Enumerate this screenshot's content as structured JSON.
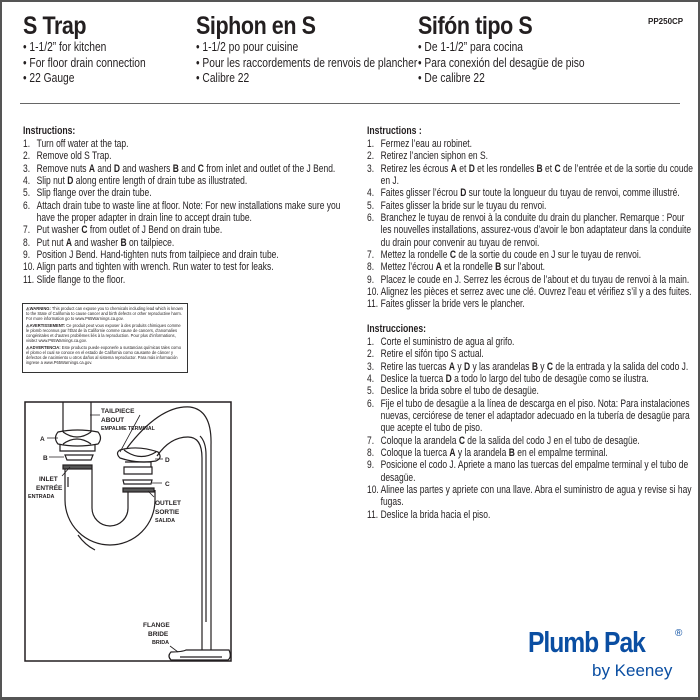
{
  "header": {
    "sku": "PP250CP",
    "columns": [
      {
        "title": "S Trap",
        "bullets": [
          "• 1-1/2” for kitchen",
          "• For floor drain connection",
          "• 22 Gauge"
        ]
      },
      {
        "title": "Siphon en S",
        "bullets": [
          "• 1-1/2 po pour cuisine",
          "• Pour les raccordements de renvois de plancher",
          "• Calibre 22"
        ]
      },
      {
        "title": "Sifón tipo S",
        "bullets": [
          "• De 1-1/2” para cocina",
          "• Para conexión del desagüe de piso",
          "• De calibre 22"
        ]
      }
    ]
  },
  "instructions": {
    "en": {
      "heading": "Instructions:",
      "items": [
        [
          {
            "t": "Turn off water at the tap."
          }
        ],
        [
          {
            "t": "Remove old S Trap."
          }
        ],
        [
          {
            "t": "Remove nuts "
          },
          {
            "b": "A"
          },
          {
            "t": " and "
          },
          {
            "b": "D"
          },
          {
            "t": " and washers "
          },
          {
            "b": "B"
          },
          {
            "t": " and "
          },
          {
            "b": "C"
          },
          {
            "t": " from inlet and outlet of the J Bend."
          }
        ],
        [
          {
            "t": "Slip nut "
          },
          {
            "b": "D"
          },
          {
            "t": " along entire length of drain tube as illustrated."
          }
        ],
        [
          {
            "t": "Slip flange over the drain tube."
          }
        ],
        [
          {
            "t": "Attach drain tube to waste line at floor. Note: For new installations make sure you have the proper adapter in drain line to accept drain tube."
          }
        ],
        [
          {
            "t": "Put washer "
          },
          {
            "b": "C"
          },
          {
            "t": " from outlet of J Bend on drain tube."
          }
        ],
        [
          {
            "t": "Put nut "
          },
          {
            "b": "A"
          },
          {
            "t": " and washer "
          },
          {
            "b": "B"
          },
          {
            "t": " on tailpiece."
          }
        ],
        [
          {
            "t": "Position J Bend. Hand-tighten nuts from tailpiece and drain tube."
          }
        ],
        [
          {
            "t": "Align parts and tighten with wrench. Run water to test for leaks."
          }
        ],
        [
          {
            "t": "Slide flange to the floor."
          }
        ]
      ]
    },
    "fr": {
      "heading": "Instructions :",
      "items": [
        [
          {
            "t": "Fermez l’eau au robinet."
          }
        ],
        [
          {
            "t": "Retirez l’ancien siphon en S."
          }
        ],
        [
          {
            "t": "Retirez les écrous "
          },
          {
            "b": "A"
          },
          {
            "t": " et "
          },
          {
            "b": "D"
          },
          {
            "t": " et les rondelles "
          },
          {
            "b": "B"
          },
          {
            "t": " et "
          },
          {
            "b": "C"
          },
          {
            "t": " de l’entrée et de la sortie du coude en J."
          }
        ],
        [
          {
            "t": "Faites glisser l’écrou "
          },
          {
            "b": "D"
          },
          {
            "t": " sur toute la longueur du tuyau de renvoi, comme illustré."
          }
        ],
        [
          {
            "t": "Faites glisser la bride sur le tuyau du renvoi."
          }
        ],
        [
          {
            "t": "Branchez le tuyau de renvoi à la conduite du drain du plancher. Remarque : Pour les nouvelles installations, assurez-vous d’avoir le bon adaptateur dans la conduite du drain pour convenir au tuyau de renvoi."
          }
        ],
        [
          {
            "t": "Mettez la rondelle "
          },
          {
            "b": "C"
          },
          {
            "t": " de la sortie du coude en J sur le tuyau de renvoi."
          }
        ],
        [
          {
            "t": "Mettez l’écrou "
          },
          {
            "b": "A"
          },
          {
            "t": " et la rondelle "
          },
          {
            "b": "B"
          },
          {
            "t": " sur l’about."
          }
        ],
        [
          {
            "t": "Placez le coude en J. Serrez les écrous de l’about et du tuyau de renvoi à la main."
          }
        ],
        [
          {
            "t": "Alignez les pièces et serrez avec une clé. Ouvrez l’eau et vérifiez s’il y a des fuites."
          }
        ],
        [
          {
            "t": "Faites glisser la bride vers le plancher."
          }
        ]
      ]
    },
    "es": {
      "heading": "Instrucciones:",
      "items": [
        [
          {
            "t": "Corte el suministro de agua al grifo."
          }
        ],
        [
          {
            "t": "Retire el sifón tipo S actual."
          }
        ],
        [
          {
            "t": "Retire las tuercas "
          },
          {
            "b": "A"
          },
          {
            "t": " y "
          },
          {
            "b": "D"
          },
          {
            "t": " y las arandelas "
          },
          {
            "b": "B"
          },
          {
            "t": " y "
          },
          {
            "b": "C"
          },
          {
            "t": " de la entrada y la salida del codo J."
          }
        ],
        [
          {
            "t": "Deslice la tuerca "
          },
          {
            "b": "D"
          },
          {
            "t": " a todo lo largo del tubo de desagüe como se ilustra."
          }
        ],
        [
          {
            "t": "Deslice la brida sobre el tubo de desagüe."
          }
        ],
        [
          {
            "t": "Fije el tubo de desagüe a la línea de descarga en el piso. Nota: Para instalaciones nuevas, cerciórese de tener el adaptador adecuado en la tubería de desagüe para que acepte el tubo de piso."
          }
        ],
        [
          {
            "t": "Coloque la arandela "
          },
          {
            "b": "C"
          },
          {
            "t": " de la salida del codo J en el tubo de desagüe."
          }
        ],
        [
          {
            "t": "Coloque la tuerca "
          },
          {
            "b": "A"
          },
          {
            "t": " y la arandela "
          },
          {
            "b": "B"
          },
          {
            "t": " en el empalme terminal."
          }
        ],
        [
          {
            "t": "Posicione el codo J. Apriete a mano las tuercas del empalme terminal y el tubo de desagüe."
          }
        ],
        [
          {
            "t": "Alinee las partes y apriete con una llave. Abra el suministro de agua y revise si hay fugas."
          }
        ],
        [
          {
            "t": "Deslice la brida hacia el piso."
          }
        ]
      ]
    }
  },
  "warning": [
    {
      "label": "⚠WARNING:",
      "text": " This product can expose you to chemicals including lead which is known to the State of California to cause cancer and birth defects or other reproductive harm. For more information go to www.P65Warnings.ca.gov."
    },
    {
      "label": "⚠AVERTISSEMENT:",
      "text": " Ce produit peut vous exposer à des produits chimiques comme le plomb reconnus par l’État de la Californie comme cause de cancers, d’anomalies congénitales et d’autres problèmes liés à la reproduction. Pour plus d’informations, visitez www.P65Warnings.ca.gov."
    },
    {
      "label": "⚠ADVERTENCIA:",
      "text": " Este producto puede exponerle a sustancias químicas tales como el plomo el cual se conoce en el estado de California como causante de cáncer y defectos de nacimiento u otros daños al sistema reproductor. Para más información ingrese a www.P65Warnings.ca.gov."
    }
  ],
  "diagram": {
    "tailpiece": [
      "TAILPIECE",
      "ABOUT",
      "EMPALME TERMINAL"
    ],
    "inlet": [
      "INLET",
      "ENTRÉE",
      "ENTRADA"
    ],
    "outlet": [
      "OUTLET",
      "SORTIE",
      "SALIDA"
    ],
    "flange": [
      "FLANGE",
      "BRIDE",
      "BRIDA"
    ],
    "parts": {
      "a": "A",
      "b": "B",
      "c": "C",
      "d": "D"
    }
  },
  "logo": {
    "brand": "Plumb Pak",
    "registered": "®",
    "byline": "by Keeney",
    "color": "#0a4ea2"
  }
}
